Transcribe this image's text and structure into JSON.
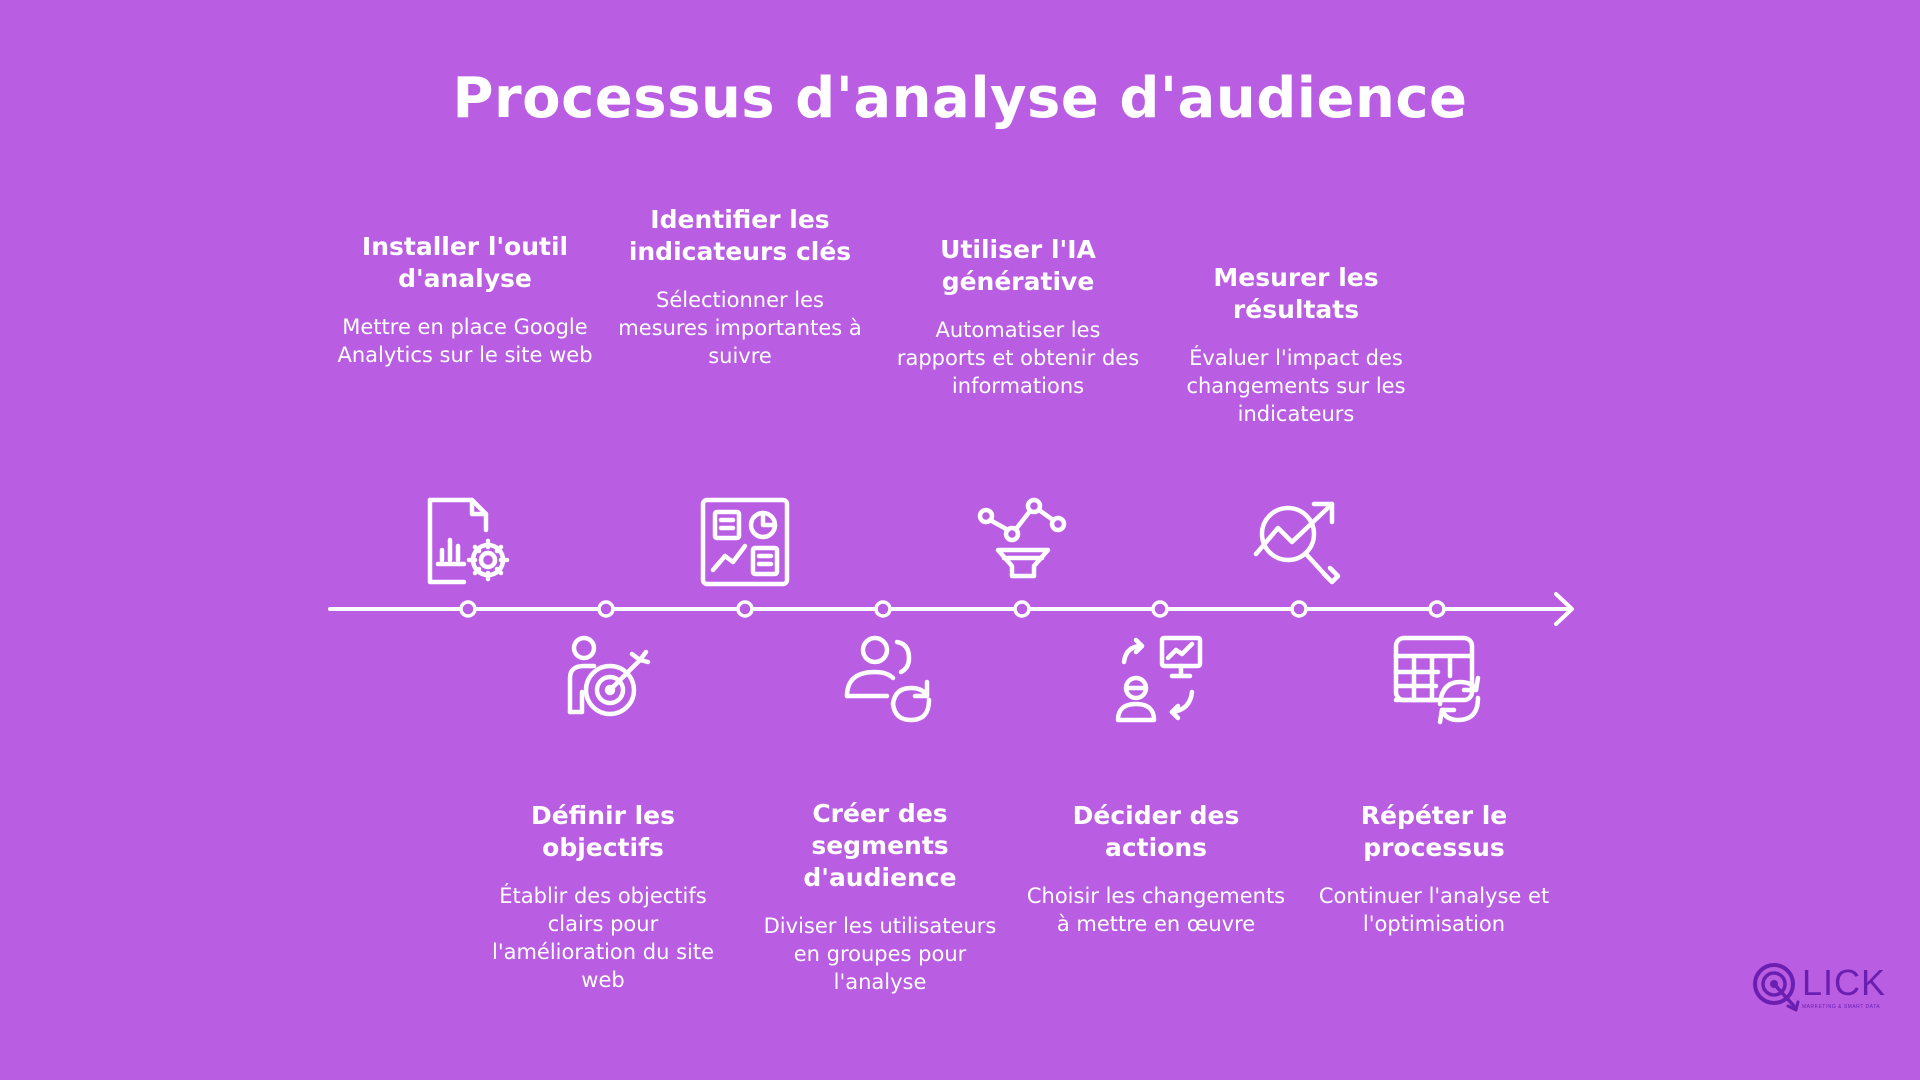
{
  "title": "Processus d'analyse d'audience",
  "steps": [
    {
      "title": "Installer l'outil d'analyse",
      "description": "Mettre en place Google Analytics sur le site web",
      "icon": "document-chart-gear-icon"
    },
    {
      "title": "Définir les objectifs",
      "description": "Établir des objectifs clairs pour l'amélioration du site web",
      "icon": "person-target-icon"
    },
    {
      "title": "Identifier les indicateurs clés",
      "description": "Sélectionner les mesures importantes à suivre",
      "icon": "dashboard-icon"
    },
    {
      "title": "Créer des segments d'audience",
      "description": "Diviser les utilisateurs en groupes pour l'analyse",
      "icon": "users-refresh-icon"
    },
    {
      "title": "Utiliser l'IA générative",
      "description": "Automatiser les rapports et obtenir des informations",
      "icon": "funnel-nodes-icon"
    },
    {
      "title": "Décider des actions",
      "description": "Choisir les changements à mettre en œuvre",
      "icon": "presenter-arrows-icon"
    },
    {
      "title": "Mesurer les résultats",
      "description": "Évaluer l'impact des changements sur les indicateurs",
      "icon": "trend-magnifier-icon"
    },
    {
      "title": "Répéter le processus",
      "description": "Continuer l'analyse et l'optimisation",
      "icon": "table-refresh-icon"
    }
  ],
  "logo": {
    "word": "LICK",
    "tagline": "MARKETING & SMART DATA",
    "color": "#6a1fb0"
  },
  "colors": {
    "background": "#b95de2",
    "foreground": "#ffffff"
  }
}
